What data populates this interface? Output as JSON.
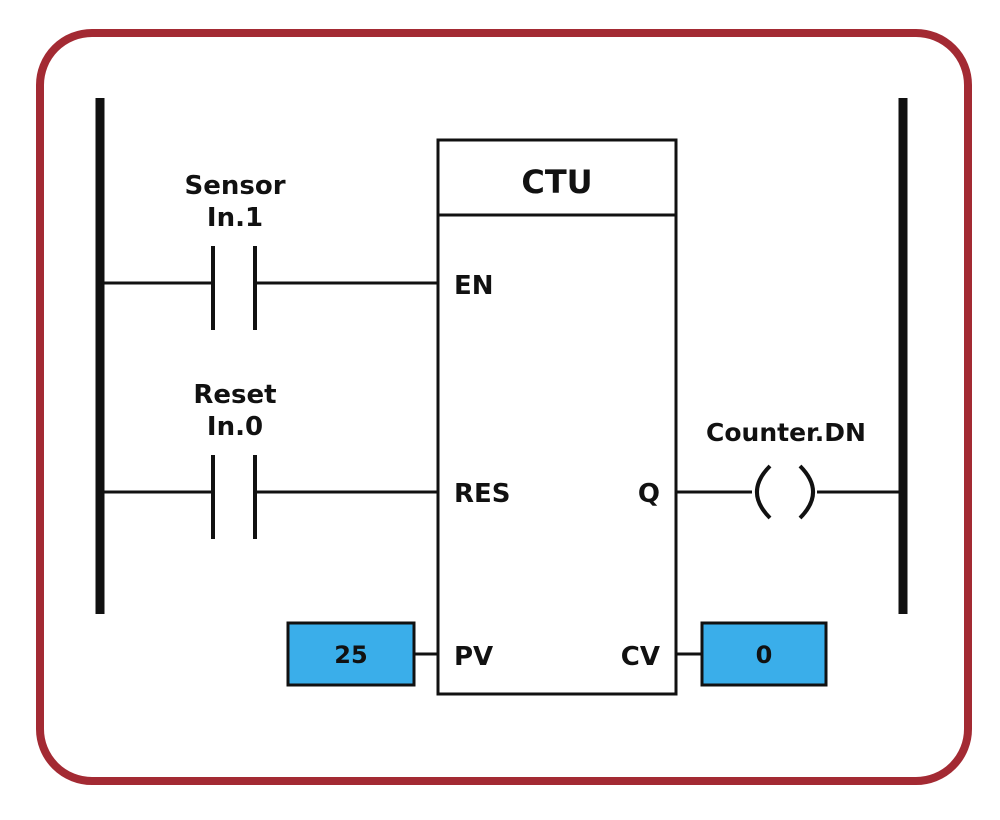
{
  "colors": {
    "frame": "#a32a33",
    "line": "#111111",
    "value_box": "#3aaeea",
    "background": "#ffffff"
  },
  "block": {
    "title": "CTU",
    "pins": {
      "en": "EN",
      "res": "RES",
      "pv": "PV",
      "q": "Q",
      "cv": "CV"
    }
  },
  "contacts": [
    {
      "name_line1": "Sensor",
      "name_line2": "In.1"
    },
    {
      "name_line1": "Reset",
      "name_line2": "In.0"
    }
  ],
  "coil": {
    "label": "Counter.DN"
  },
  "preset_value": "25",
  "current_value": "0"
}
